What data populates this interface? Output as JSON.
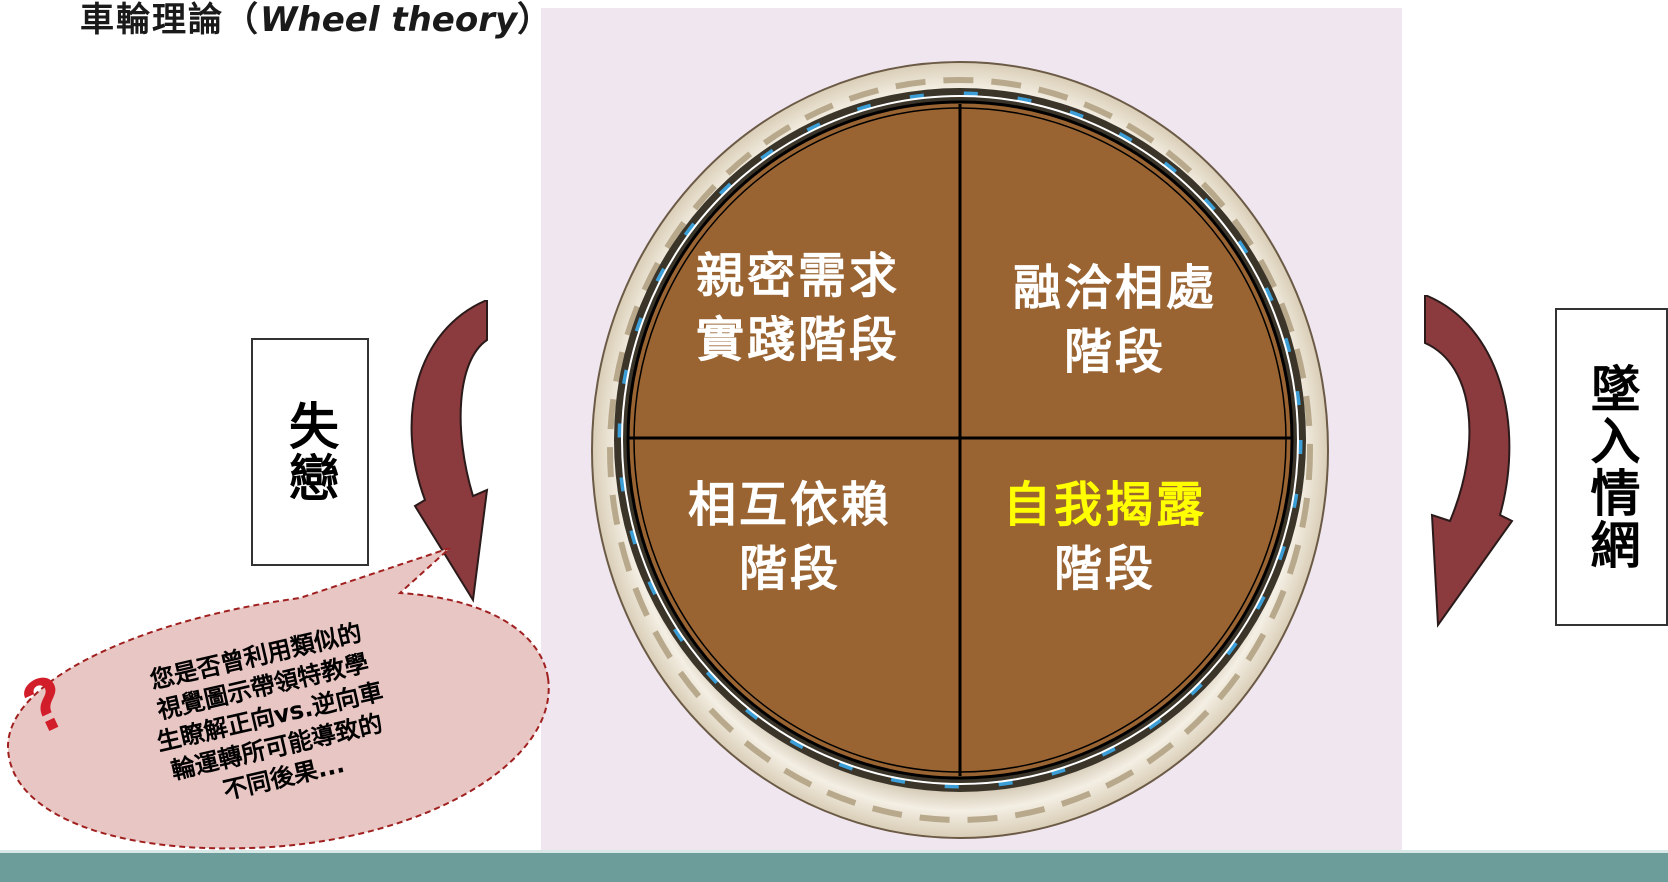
{
  "title": {
    "zh": "車輪理論（",
    "en": "Wheel theory",
    "tail": "）："
  },
  "quadrants": {
    "top_left": {
      "line1": "親密需求",
      "line2": "實踐階段"
    },
    "top_right": {
      "line1": "融洽相處",
      "line2": "階段"
    },
    "bottom_left": {
      "line1": "相互依賴",
      "line2": "階段"
    },
    "bottom_right": {
      "line1": "自我揭露",
      "line2": "階段"
    }
  },
  "left_label": "失戀",
  "right_label": "墜入情網",
  "bubble_text": "您是否曾利用類似的\n視覺圖示帶領特教學\n生瞭解正向vs.逆向車\n輪運轉所可能導致的\n不同後果...",
  "colors": {
    "wheel_fill": "#9a6432",
    "highlight": "#ffff00",
    "arrow": "#8b3a3e",
    "bubble": "#e8c6c3",
    "footer": "#6d9d9a",
    "panel_bg": "#efe6ef"
  },
  "icons": {
    "question": "question-mark-icon"
  }
}
